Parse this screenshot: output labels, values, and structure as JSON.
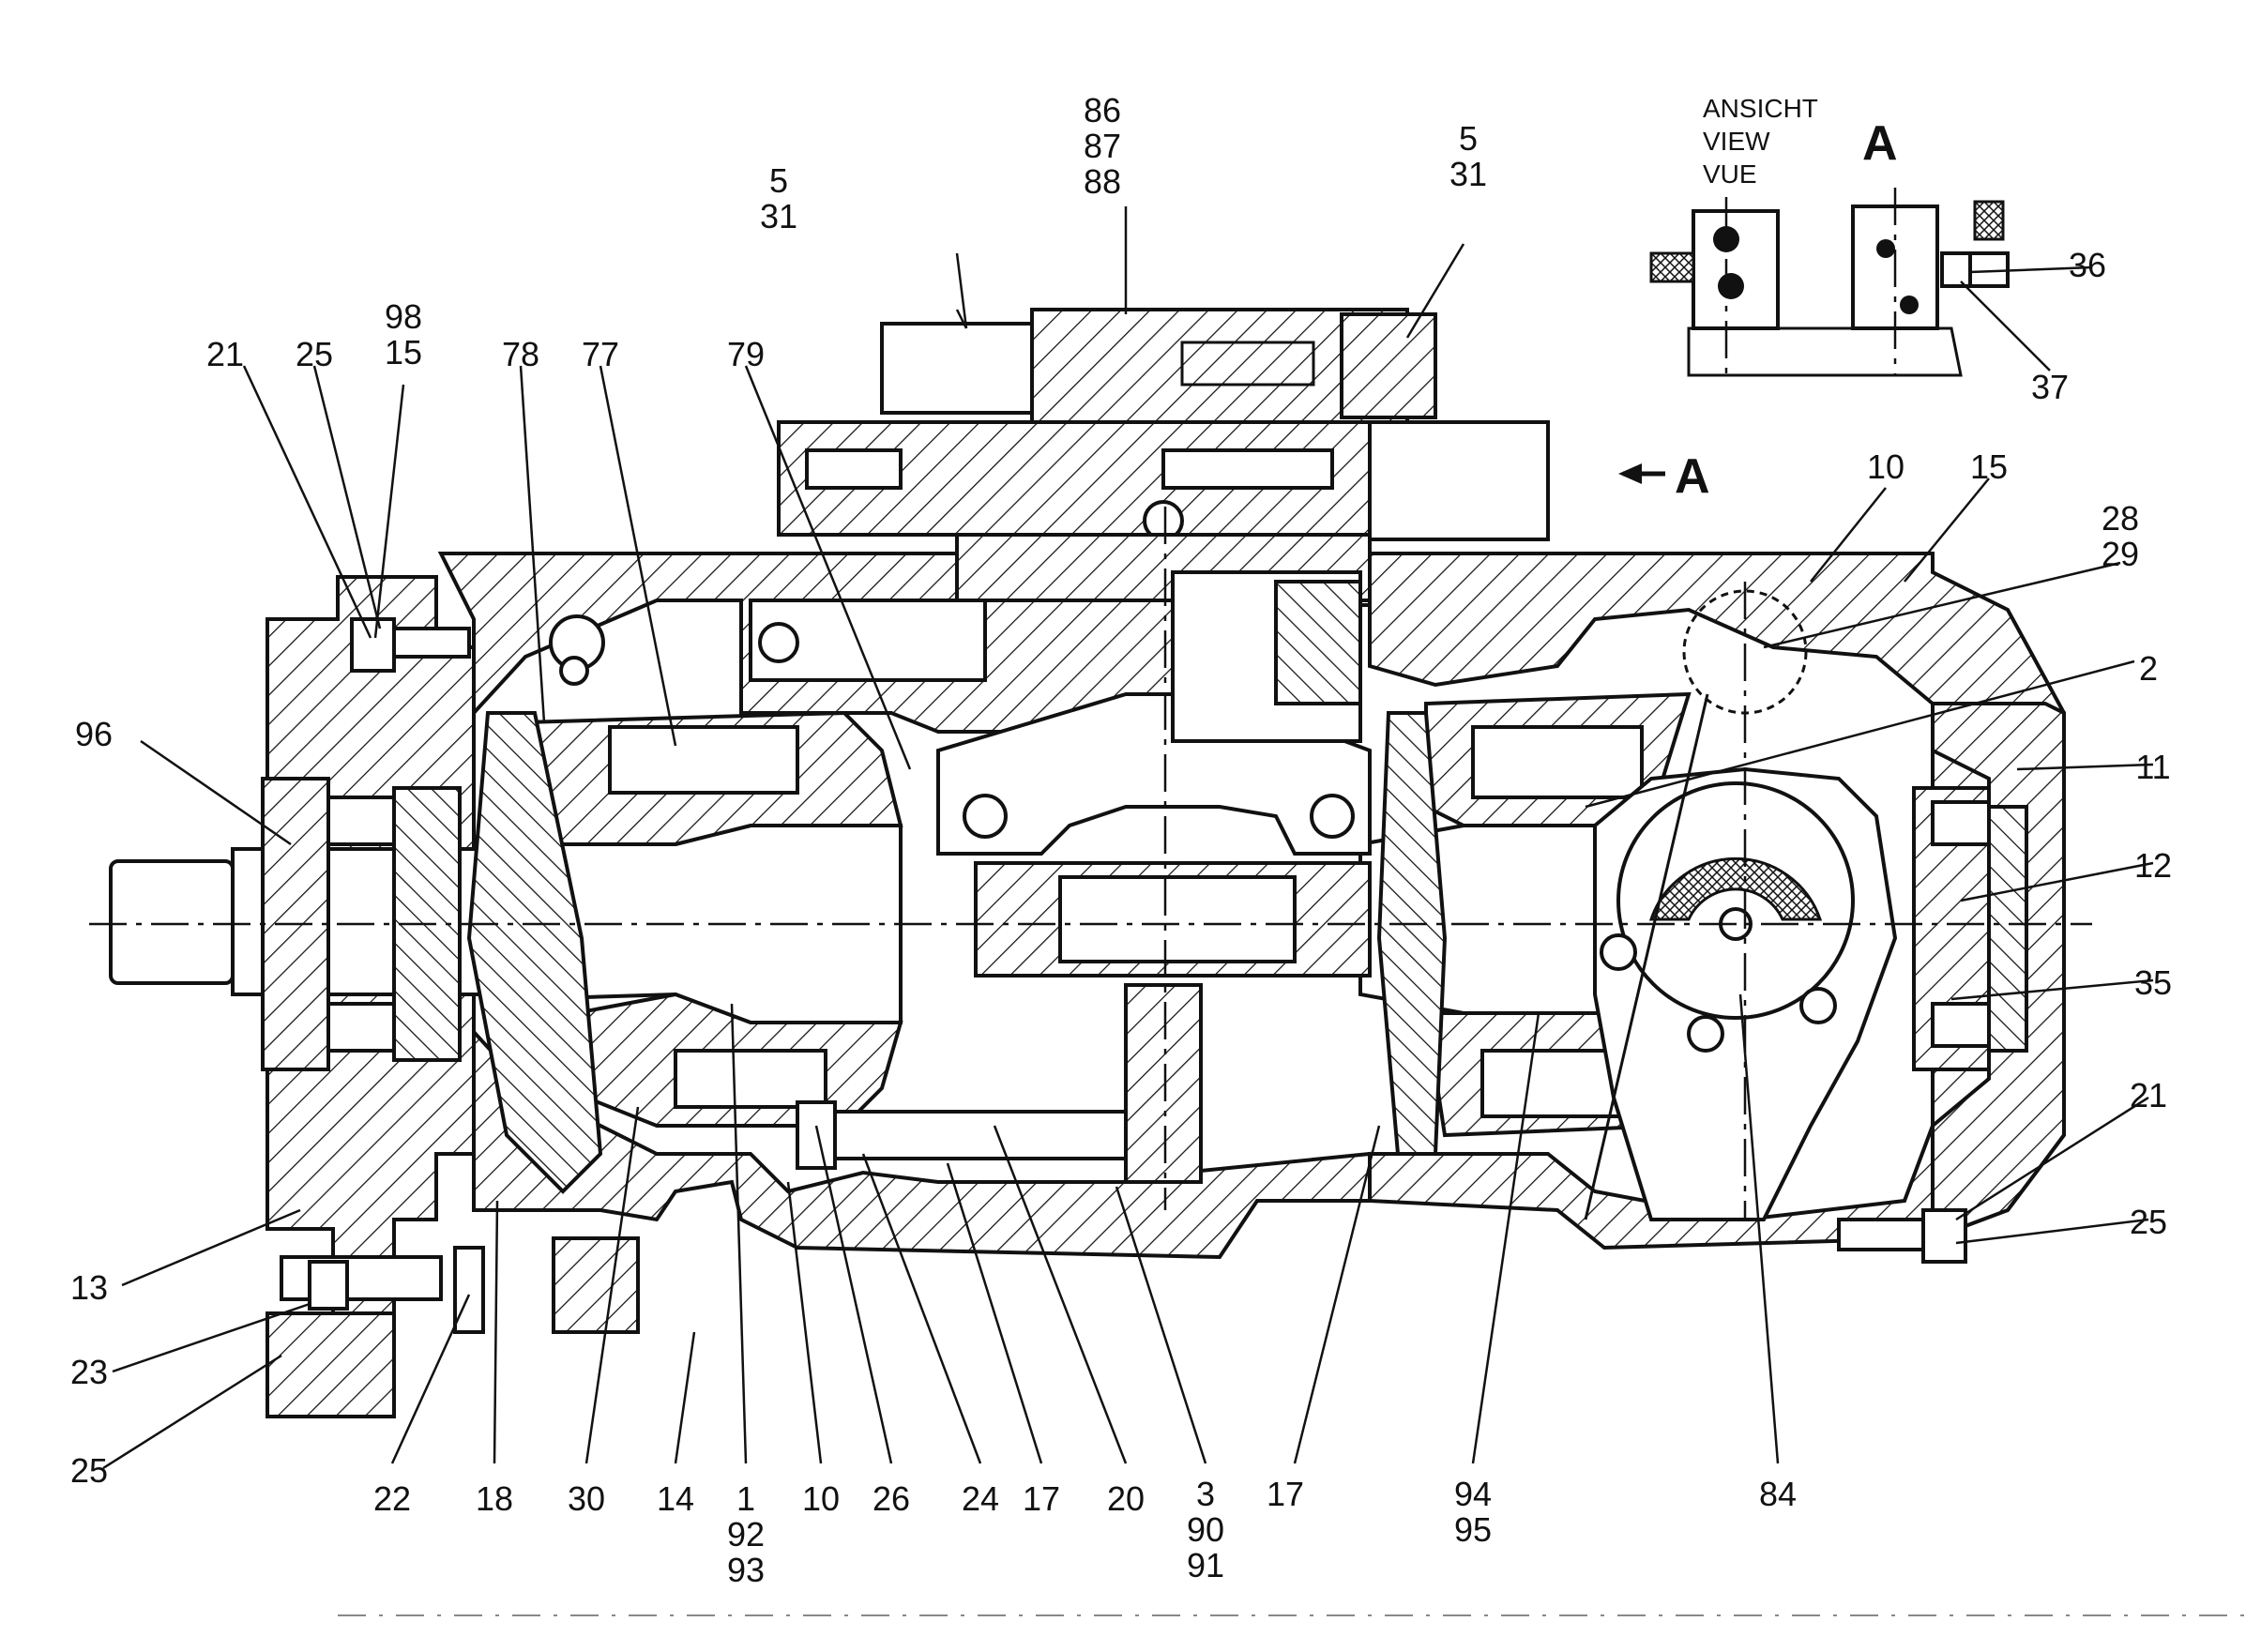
{
  "view": {
    "caption": [
      "ANSICHT",
      "VIEW",
      "VUE"
    ],
    "letter": "A",
    "arrow_label": "A"
  },
  "labels": [
    {
      "id": "l-86",
      "lines": [
        "86",
        "87",
        "88"
      ]
    },
    {
      "id": "l-5-31-left",
      "lines": [
        "5",
        "31"
      ]
    },
    {
      "id": "l-5-31-right",
      "lines": [
        "5",
        "31"
      ]
    },
    {
      "id": "l-98-15",
      "lines": [
        "98",
        "15"
      ]
    },
    {
      "id": "l-21-top",
      "lines": [
        "21"
      ]
    },
    {
      "id": "l-25-top",
      "lines": [
        "25"
      ]
    },
    {
      "id": "l-78",
      "lines": [
        "78"
      ]
    },
    {
      "id": "l-77",
      "lines": [
        "77"
      ]
    },
    {
      "id": "l-79",
      "lines": [
        "79"
      ]
    },
    {
      "id": "l-36",
      "lines": [
        "36"
      ]
    },
    {
      "id": "l-37",
      "lines": [
        "37"
      ]
    },
    {
      "id": "l-10-top",
      "lines": [
        "10"
      ]
    },
    {
      "id": "l-15-top",
      "lines": [
        "15"
      ]
    },
    {
      "id": "l-28-29",
      "lines": [
        "28",
        "29"
      ]
    },
    {
      "id": "l-2",
      "lines": [
        "2"
      ]
    },
    {
      "id": "l-96",
      "lines": [
        "96"
      ]
    },
    {
      "id": "l-11",
      "lines": [
        "11"
      ]
    },
    {
      "id": "l-12",
      "lines": [
        "12"
      ]
    },
    {
      "id": "l-35",
      "lines": [
        "35"
      ]
    },
    {
      "id": "l-21-right",
      "lines": [
        "21"
      ]
    },
    {
      "id": "l-25-right",
      "lines": [
        "25"
      ]
    },
    {
      "id": "l-13",
      "lines": [
        "13"
      ]
    },
    {
      "id": "l-23",
      "lines": [
        "23"
      ]
    },
    {
      "id": "l-25-bottom",
      "lines": [
        "25"
      ]
    },
    {
      "id": "l-22",
      "lines": [
        "22"
      ]
    },
    {
      "id": "l-18",
      "lines": [
        "18"
      ]
    },
    {
      "id": "l-30",
      "lines": [
        "30"
      ]
    },
    {
      "id": "l-14",
      "lines": [
        "14"
      ]
    },
    {
      "id": "l-1",
      "lines": [
        "1",
        "92",
        "93"
      ]
    },
    {
      "id": "l-10-bottom",
      "lines": [
        "10"
      ]
    },
    {
      "id": "l-26",
      "lines": [
        "26"
      ]
    },
    {
      "id": "l-24",
      "lines": [
        "24"
      ]
    },
    {
      "id": "l-17-left",
      "lines": [
        "17"
      ]
    },
    {
      "id": "l-20",
      "lines": [
        "20"
      ]
    },
    {
      "id": "l-3",
      "lines": [
        "3",
        "90",
        "91"
      ]
    },
    {
      "id": "l-17-right",
      "lines": [
        "17"
      ]
    },
    {
      "id": "l-94",
      "lines": [
        "94",
        "95"
      ]
    },
    {
      "id": "l-84",
      "lines": [
        "84"
      ]
    }
  ]
}
